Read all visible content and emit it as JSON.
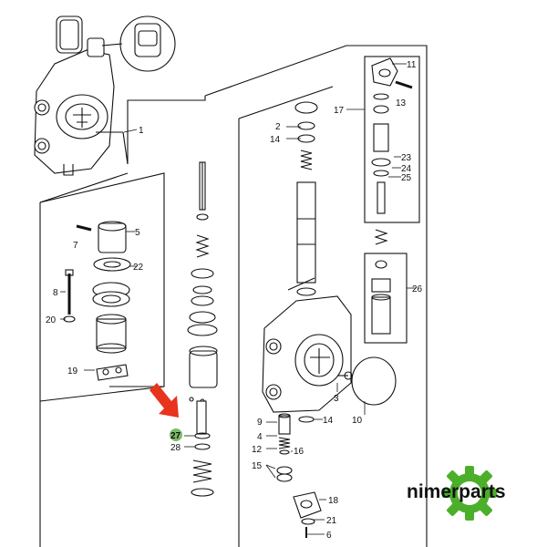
{
  "brand": {
    "name": "nimerparts",
    "accent": "#4caf2a"
  },
  "highlight": {
    "part": "27",
    "color": "#7dbb6a",
    "arrow_color": "#e8341c"
  },
  "callouts": [
    {
      "id": "c-1",
      "text": "1"
    },
    {
      "id": "c-2",
      "text": "2"
    },
    {
      "id": "c-14a",
      "text": "14"
    },
    {
      "id": "c-11",
      "text": "11"
    },
    {
      "id": "c-13",
      "text": "13"
    },
    {
      "id": "c-17",
      "text": "17"
    },
    {
      "id": "c-23",
      "text": "23"
    },
    {
      "id": "c-24",
      "text": "24"
    },
    {
      "id": "c-25",
      "text": "25"
    },
    {
      "id": "c-5",
      "text": "5"
    },
    {
      "id": "c-7",
      "text": "7"
    },
    {
      "id": "c-22",
      "text": "22"
    },
    {
      "id": "c-8",
      "text": "8"
    },
    {
      "id": "c-20",
      "text": "20"
    },
    {
      "id": "c-26",
      "text": "26"
    },
    {
      "id": "c-19",
      "text": "19"
    },
    {
      "id": "c-3",
      "text": "3"
    },
    {
      "id": "c-10",
      "text": "10"
    },
    {
      "id": "c-9",
      "text": "9"
    },
    {
      "id": "c-14b",
      "text": "14"
    },
    {
      "id": "c-27",
      "text": "27"
    },
    {
      "id": "c-28",
      "text": "28"
    },
    {
      "id": "c-4",
      "text": "4"
    },
    {
      "id": "c-12",
      "text": "12"
    },
    {
      "id": "c-16",
      "text": "16"
    },
    {
      "id": "c-15",
      "text": "15"
    },
    {
      "id": "c-18",
      "text": "18"
    },
    {
      "id": "c-21",
      "text": "21"
    },
    {
      "id": "c-6",
      "text": "6"
    }
  ]
}
